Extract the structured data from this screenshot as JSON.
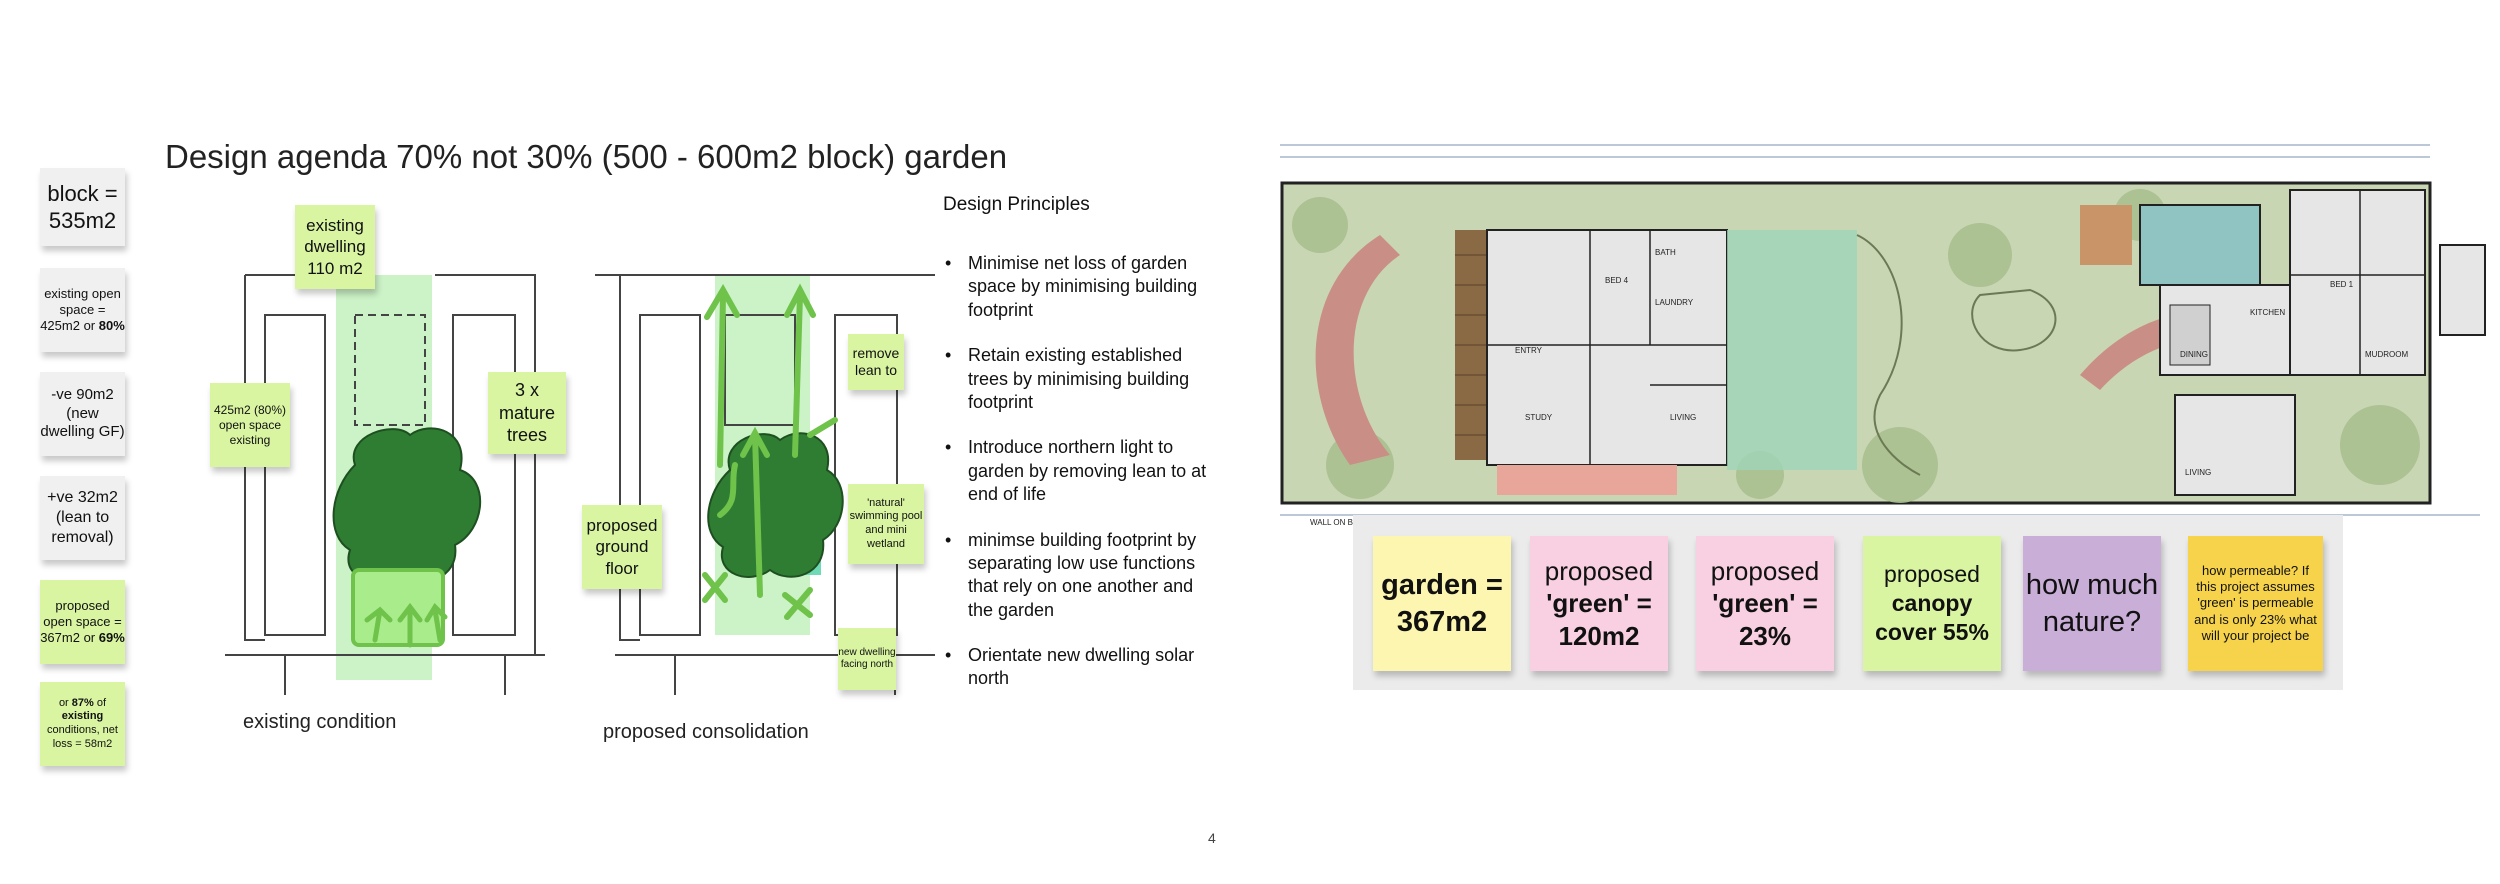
{
  "title": "Design agenda 70% not 30% (500 - 600m2 block) garden",
  "left_notes": {
    "block": "block = 535m2",
    "existing_open_space": {
      "pre": "existing open space = 425m2 or",
      "bold": "80%"
    },
    "minus_new_dwelling": "-ve 90m2 (new dwelling GF)",
    "plus_lean_to": "+ve 32m2 (lean to removal)",
    "proposed_open_space": {
      "pre": "proposed open space = 367m2 or",
      "bold": "69%"
    },
    "percent_existing": {
      "pre": "or",
      "bold1": "87%",
      "mid1": "of",
      "bold2": "existing",
      "post": "conditions, net loss = 58m2"
    }
  },
  "sketch_existing": {
    "note_dwelling": "existing dwelling 110 m2",
    "note_open_space": "425m2 (80%) open space existing",
    "note_trees": "3 x mature trees",
    "caption": "existing condition"
  },
  "sketch_proposed": {
    "note_remove": "remove lean to",
    "note_ground_floor": "proposed ground floor",
    "note_pool": "'natural' swimming pool and mini wetland",
    "note_dwelling": "new dwelling facing north",
    "caption": "proposed consolidation"
  },
  "design_principles": {
    "heading": "Design Principles",
    "items": [
      "Minimise net loss of garden space by minimising building footprint",
      "Retain existing established trees by minimising building footprint",
      "Introduce northern light to garden by removing lean to at end of life",
      "minimse building footprint by separating low use functions that rely on one another and the garden",
      "Orientate new dwelling solar north"
    ]
  },
  "plan_labels": {
    "bed4": "BED 4",
    "laundry": "LAUNDRY",
    "bath": "BATH",
    "entry": "ENTRY",
    "study": "STUDY",
    "living_left": "LIVING",
    "kitchen": "KITCHEN",
    "dining": "DINING",
    "bed1": "BED 1",
    "mudroom": "MUDROOM",
    "living_right": "LIVING",
    "boundary": "WALL ON BOUNDARY"
  },
  "bottom_notes": {
    "garden": "garden = 367m2",
    "green_area": {
      "pre": "proposed",
      "bold": "'green' = 120m2"
    },
    "green_pct": {
      "pre": "proposed",
      "bold": "'green' = 23%"
    },
    "canopy": {
      "pre": "proposed",
      "bold": "canopy cover 55%"
    },
    "nature": "how much nature?",
    "permeable": "how permeable? If this project assumes 'green' is permeable and is only 23% what will your project be"
  },
  "page_number": "4",
  "colors": {
    "sticky_green": "#d9f5a2",
    "sticky_grey": "#f0f0f0",
    "sticky_yellow": "#fdf6b0",
    "sticky_pink": "#f8d0e2",
    "sticky_purple": "#c9aed8",
    "sticky_orange": "#f6d34a",
    "tree_green": "#2f7d32",
    "arrow_green": "#6fc24a"
  }
}
